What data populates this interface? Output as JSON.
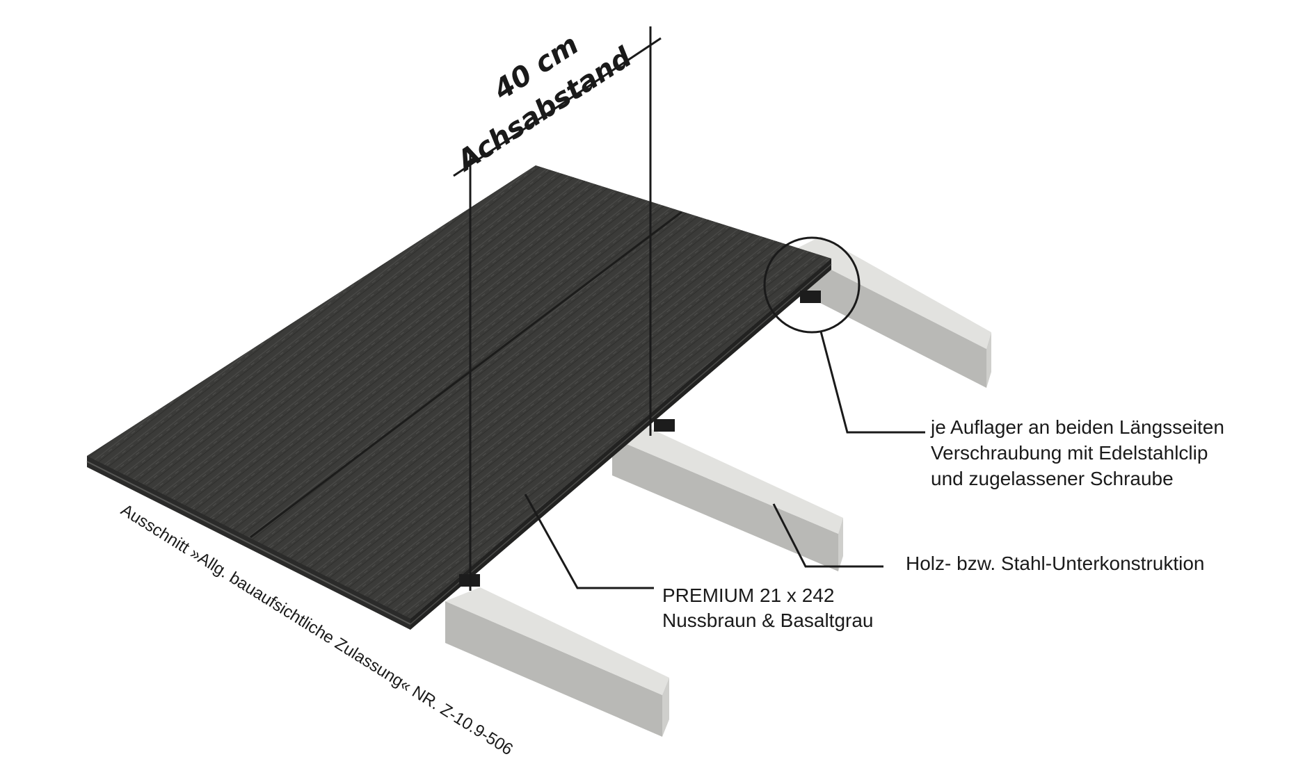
{
  "dimension": {
    "value": "40 cm",
    "label": "Achsabstand"
  },
  "callouts": {
    "fixing": {
      "line1": "je Auflager an beiden Längsseiten",
      "line2": "Verschraubung mit Edelstahlclip",
      "line3": "und zugelassener Schraube"
    },
    "substructure": "Holz- bzw. Stahl-Unterkonstruktion",
    "board": {
      "line1": "PREMIUM 21 x 242",
      "line2": "Nussbraun & Basaltgrau"
    }
  },
  "caption": "Ausschnitt »Allg. bauaufsichtliche Zulassung« NR. Z-10.9-506",
  "colors": {
    "board": "#3b3b39",
    "board_edge": "#262625",
    "joist_top": "#e2e2df",
    "joist_side": "#b9b9b6",
    "joist_end": "#cfcfcc",
    "ink": "#1a1a1a"
  }
}
